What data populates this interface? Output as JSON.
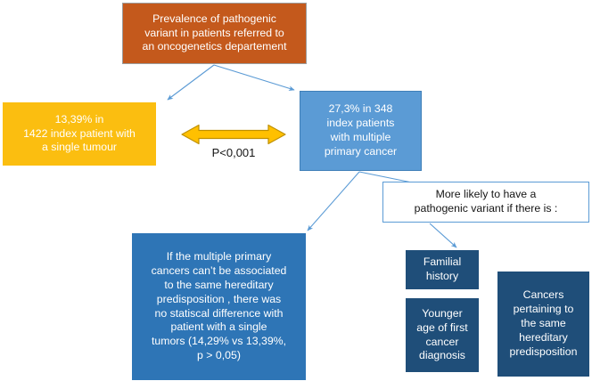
{
  "diagram": {
    "title": "Prevalence of pathogenic variant flowchart",
    "colors": {
      "root_orange": "#C4591C",
      "yellow": "#FBBE10",
      "light_blue": "#5B9BD5",
      "medium_blue": "#2E75B6",
      "navy": "#1F4E79",
      "connector_blue": "#5B9BD5",
      "arrow_yellow": "#FFC000",
      "arrow_yellow_border": "#BF9000",
      "white": "#FFFFFF",
      "text_dark": "#151515"
    },
    "nodes": {
      "root": {
        "label": "Prevalence of pathogenic\nvariant in patients referred to\nan oncogenetics departement"
      },
      "single_tumour": {
        "label": "13,39% in\n1422 index patient with\na single tumour"
      },
      "multiple_primary": {
        "label": "27,3% in 348\nindex patients\nwith multiple\nprimary cancer"
      },
      "no_difference": {
        "label": "If the multiple primary\ncancers can’t be associated\nto the same hereditary\npredisposition , there was\nno statiscal difference with\npatient with a single\ntumors (14,29% vs 13,39%,\np > 0,05)"
      },
      "more_likely": {
        "label": "More likely to have a\npathogenic variant if there is :"
      },
      "familial_history": {
        "label": "Familial\nhistory"
      },
      "younger_age": {
        "label": "Younger\nage of first\ncancer\ndiagnosis"
      },
      "same_predisposition": {
        "label": "Cancers\npertaining to\nthe same\nhereditary\npredisposition"
      }
    },
    "comparison": {
      "pvalue_label": "P<0,001",
      "arrow_icon": "double-headed-horizontal-arrow"
    }
  }
}
